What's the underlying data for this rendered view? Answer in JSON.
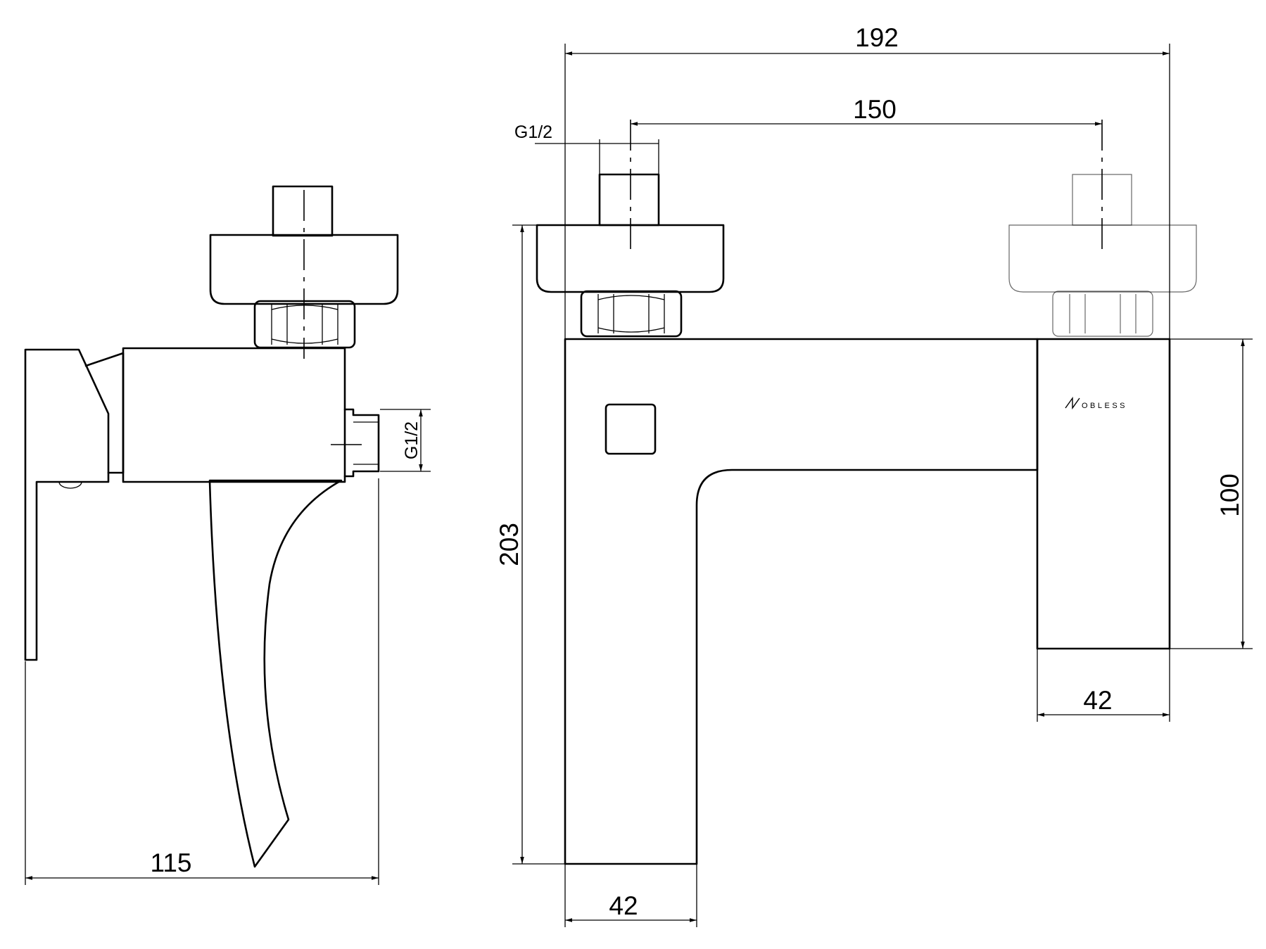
{
  "side_view": {
    "dimensions": {
      "width": "115",
      "thread": "G1/2"
    }
  },
  "front_view": {
    "dimensions": {
      "overall_width": "192",
      "inlet_spacing": "150",
      "thread": "G1/2",
      "height": "203",
      "body_height": "100",
      "body_width": "42",
      "spout_width": "42"
    },
    "logo": "OBLESS"
  }
}
